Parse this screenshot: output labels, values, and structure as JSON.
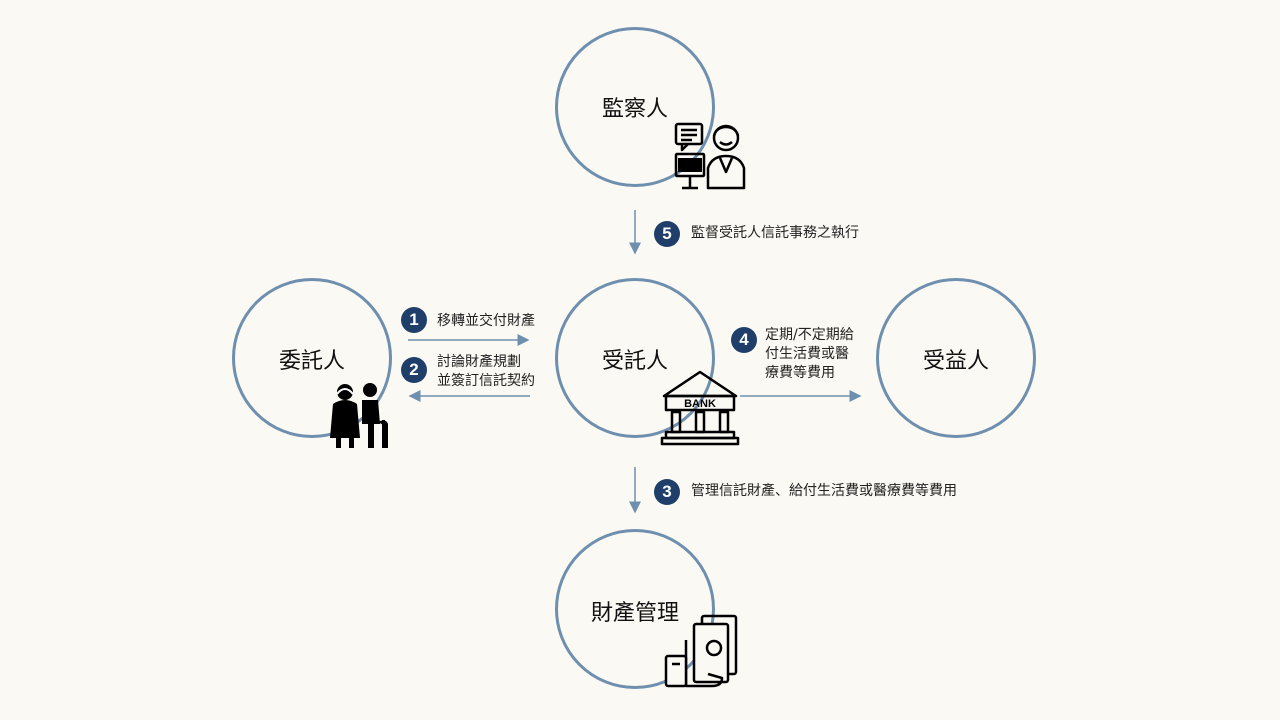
{
  "nodes": {
    "supervisor": "監察人",
    "settlor": "委託人",
    "trustee": "受託人",
    "beneficiary": "受益人",
    "property": "財產管理"
  },
  "steps": [
    {
      "num": "1",
      "lines": [
        "移轉並交付財產"
      ]
    },
    {
      "num": "2",
      "lines": [
        "討論財產規劃",
        "並簽訂信託契約"
      ]
    },
    {
      "num": "3",
      "lines": [
        "管理信託財產、給付生活費或醫療費等費用"
      ]
    },
    {
      "num": "4",
      "lines": [
        "定期/不定期給",
        "付生活費或醫",
        "療費等費用"
      ]
    },
    {
      "num": "5",
      "lines": [
        "監督受託人信託事務之執行"
      ]
    }
  ],
  "bank_sign": "BANK",
  "icons": [
    "supervisor-person-icon",
    "elderly-couple-icon",
    "bank-icon",
    "money-cash-icon"
  ],
  "colors": {
    "background": "#fbf9f4",
    "circle": "#6f8fae",
    "badge": "#1f3f6a",
    "arrow": "#6f8fae"
  }
}
